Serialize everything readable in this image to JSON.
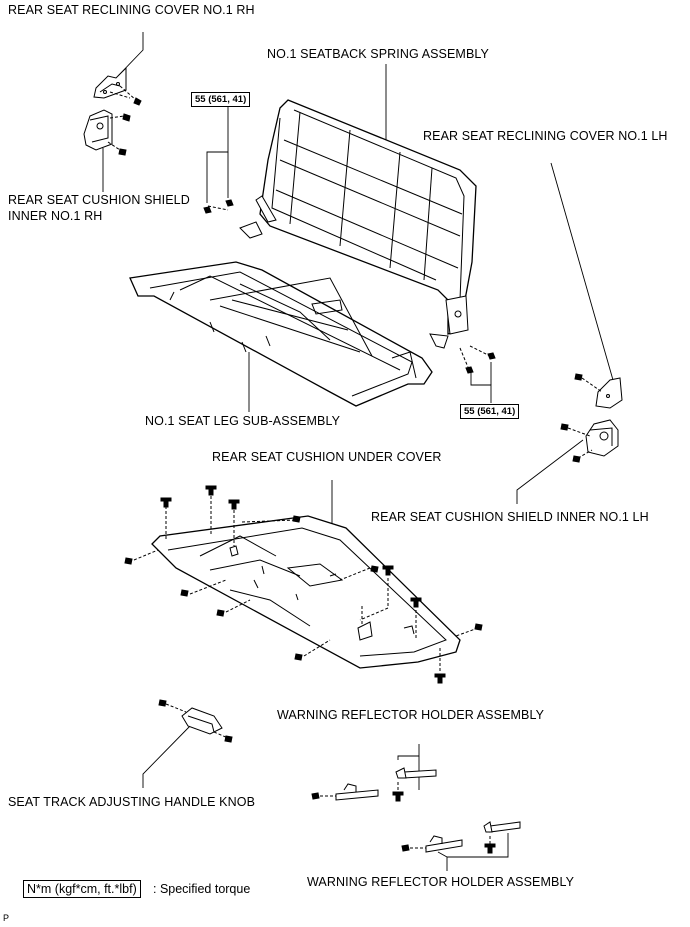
{
  "labels": {
    "reclining_cover_rh": "REAR SEAT RECLINING COVER NO.1 RH",
    "seatback_spring": "NO.1 SEATBACK SPRING ASSEMBLY",
    "reclining_cover_lh": "REAR SEAT RECLINING COVER NO.1 LH",
    "cushion_shield_rh_line1": "REAR SEAT CUSHION SHIELD",
    "cushion_shield_rh_line2": "INNER NO.1 RH",
    "seat_leg": "NO.1 SEAT LEG SUB-ASSEMBLY",
    "under_cover": "REAR SEAT CUSHION UNDER COVER",
    "cushion_shield_lh": "REAR SEAT CUSHION SHIELD INNER NO.1 LH",
    "reflector_holder_1": "WARNING REFLECTOR HOLDER ASSEMBLY",
    "handle_knob": "SEAT TRACK ADJUSTING HANDLE KNOB",
    "reflector_holder_2": "WARNING REFLECTOR HOLDER ASSEMBLY"
  },
  "torque": {
    "top": "55 (561, 41)",
    "right": "55 (561, 41)"
  },
  "legend": {
    "unit": "N*m (kgf*cm, ft.*lbf)",
    "text": ": Specified torque"
  },
  "figure_id": "P"
}
